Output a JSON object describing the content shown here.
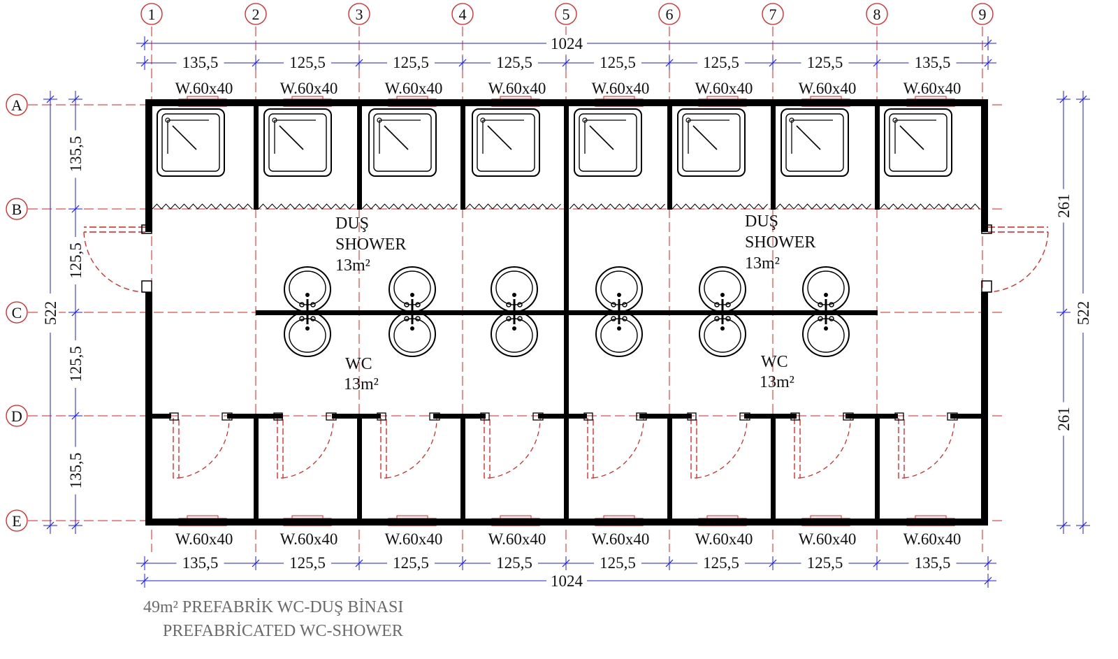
{
  "colors": {
    "wall": "#000000",
    "dimension": "#1a1aff",
    "grid": "#e01b1b",
    "door": "#e01b1b",
    "fixture": "#000000",
    "title": "#6a6a6a"
  },
  "grid": {
    "columns": [
      "1",
      "2",
      "3",
      "4",
      "5",
      "6",
      "7",
      "8",
      "9"
    ],
    "rows": [
      "A",
      "B",
      "C",
      "D",
      "E"
    ]
  },
  "dimensions": {
    "overall_width": "1024",
    "overall_depth": "522",
    "top_segments": [
      "135,5",
      "125,5",
      "125,5",
      "125,5",
      "125,5",
      "125,5",
      "125,5",
      "135,5"
    ],
    "bottom_segments": [
      "135,5",
      "125,5",
      "125,5",
      "125,5",
      "125,5",
      "125,5",
      "125,5",
      "135,5"
    ],
    "left_segments": [
      "135,5",
      "125,5",
      "125,5",
      "135,5"
    ],
    "right_segments": [
      "261",
      "261"
    ]
  },
  "windows": {
    "label": "W.60x40"
  },
  "rooms": {
    "shower_left": {
      "name_tr": "DUŞ",
      "name_en": "SHOWER",
      "area": "13m²"
    },
    "shower_right": {
      "name_tr": "DUŞ",
      "name_en": "SHOWER",
      "area": "13m²"
    },
    "wc_left": {
      "name": "WC",
      "area": "13m²"
    },
    "wc_right": {
      "name": "WC",
      "area": "13m²"
    }
  },
  "title": {
    "line1": "49m² PREFABRİK WC-DUŞ BİNASI",
    "line2": "PREFABRİCATED WC-SHOWER"
  }
}
